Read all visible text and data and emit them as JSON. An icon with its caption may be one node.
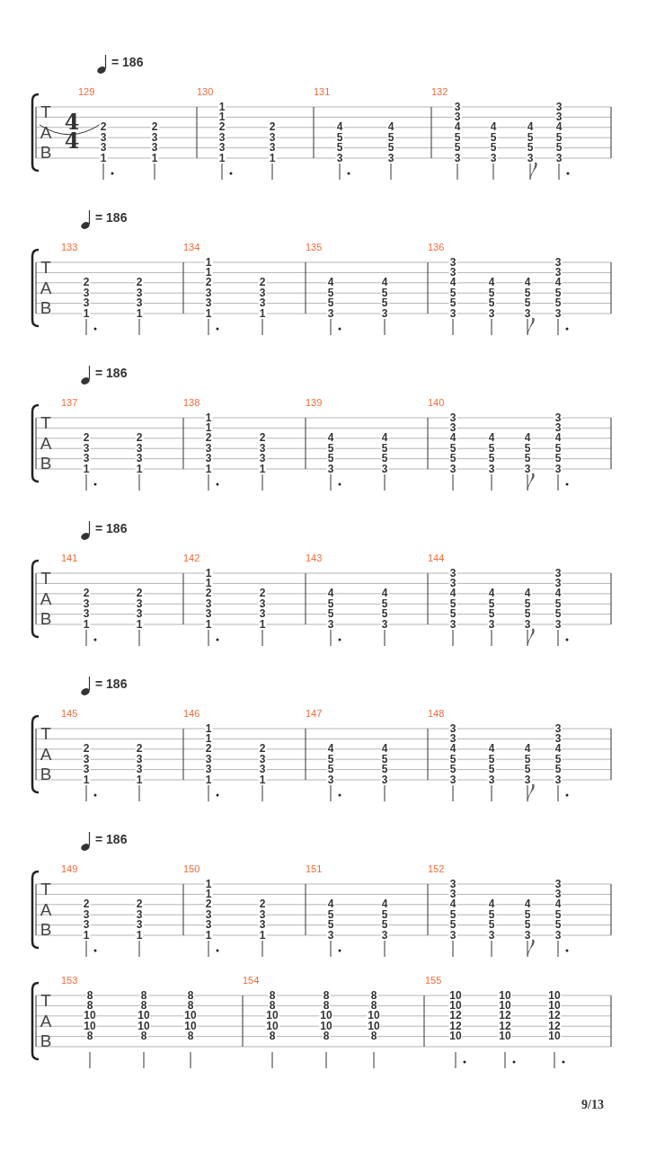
{
  "diagram": {
    "labels": [
      "= 186",
      "T",
      "A",
      "B",
      "4",
      "4",
      "129",
      "2",
      "3",
      "3",
      "1",
      "2",
      "3",
      "3",
      "1",
      "130",
      "1",
      "1",
      "2",
      "3",
      "3",
      "1",
      "2",
      "3",
      "3",
      "1",
      "131",
      "4",
      "5",
      "5",
      "3",
      "4",
      "5",
      "5",
      "3",
      "132",
      "3",
      "3",
      "4",
      "5",
      "5",
      "3",
      "4",
      "5",
      "5",
      "3",
      "4",
      "5",
      "5",
      "3",
      "3",
      "3",
      "4",
      "5",
      "5",
      "3",
      "= 186",
      "T",
      "A",
      "B",
      "133",
      "2",
      "3",
      "3",
      "1",
      "2",
      "3",
      "3",
      "1",
      "134",
      "1",
      "1",
      "2",
      "3",
      "3",
      "1",
      "2",
      "3",
      "3",
      "1",
      "135",
      "4",
      "5",
      "5",
      "3",
      "4",
      "5",
      "5",
      "3",
      "136",
      "3",
      "3",
      "4",
      "5",
      "5",
      "3",
      "4",
      "5",
      "5",
      "3",
      "4",
      "5",
      "5",
      "3",
      "3",
      "3",
      "4",
      "5",
      "5",
      "3",
      "= 186",
      "T",
      "A",
      "B",
      "137",
      "2",
      "3",
      "3",
      "1",
      "2",
      "3",
      "3",
      "1",
      "138",
      "1",
      "1",
      "2",
      "3",
      "3",
      "1",
      "2",
      "3",
      "3",
      "1",
      "139",
      "4",
      "5",
      "5",
      "3",
      "4",
      "5",
      "5",
      "3",
      "140",
      "3",
      "3",
      "4",
      "5",
      "5",
      "3",
      "4",
      "5",
      "5",
      "3",
      "4",
      "5",
      "5",
      "3",
      "3",
      "3",
      "4",
      "5",
      "5",
      "3",
      "= 186",
      "T",
      "A",
      "B",
      "141",
      "2",
      "3",
      "3",
      "1",
      "2",
      "3",
      "3",
      "1",
      "142",
      "1",
      "1",
      "2",
      "3",
      "3",
      "1",
      "2",
      "3",
      "3",
      "1",
      "143",
      "4",
      "5",
      "5",
      "3",
      "4",
      "5",
      "5",
      "3",
      "144",
      "3",
      "3",
      "4",
      "5",
      "5",
      "3",
      "4",
      "5",
      "5",
      "3",
      "4",
      "5",
      "5",
      "3",
      "3",
      "3",
      "4",
      "5",
      "5",
      "3",
      "= 186",
      "T",
      "A",
      "B",
      "145",
      "2",
      "3",
      "3",
      "1",
      "2",
      "3",
      "3",
      "1",
      "146",
      "1",
      "1",
      "2",
      "3",
      "3",
      "1",
      "2",
      "3",
      "3",
      "1",
      "147",
      "4",
      "5",
      "5",
      "3",
      "4",
      "5",
      "5",
      "3",
      "148",
      "3",
      "3",
      "4",
      "5",
      "5",
      "3",
      "4",
      "5",
      "5",
      "3",
      "4",
      "5",
      "5",
      "3",
      "3",
      "3",
      "4",
      "5",
      "5",
      "3",
      "= 186",
      "T",
      "A",
      "B",
      "149",
      "2",
      "3",
      "3",
      "1",
      "2",
      "3",
      "3",
      "1",
      "150",
      "1",
      "1",
      "2",
      "3",
      "3",
      "1",
      "2",
      "3",
      "3",
      "1",
      "151",
      "4",
      "5",
      "5",
      "3",
      "4",
      "5",
      "5",
      "3",
      "152",
      "3",
      "3",
      "4",
      "5",
      "5",
      "3",
      "4",
      "5",
      "5",
      "3",
      "4",
      "5",
      "5",
      "3",
      "3",
      "3",
      "4",
      "5",
      "5",
      "3",
      "T",
      "A",
      "B",
      "153",
      "8",
      "8",
      "10",
      "10",
      "8",
      "8",
      "8",
      "10",
      "10",
      "8",
      "8",
      "8",
      "10",
      "10",
      "8",
      "154",
      "8",
      "8",
      "10",
      "10",
      "8",
      "8",
      "8",
      "10",
      "10",
      "8",
      "8",
      "8",
      "10",
      "10",
      "8",
      "155",
      "10",
      "10",
      "12",
      "12",
      "10",
      "10",
      "10",
      "12",
      "12",
      "10",
      "10",
      "10",
      "12",
      "12",
      "10",
      "9/13"
    ]
  }
}
